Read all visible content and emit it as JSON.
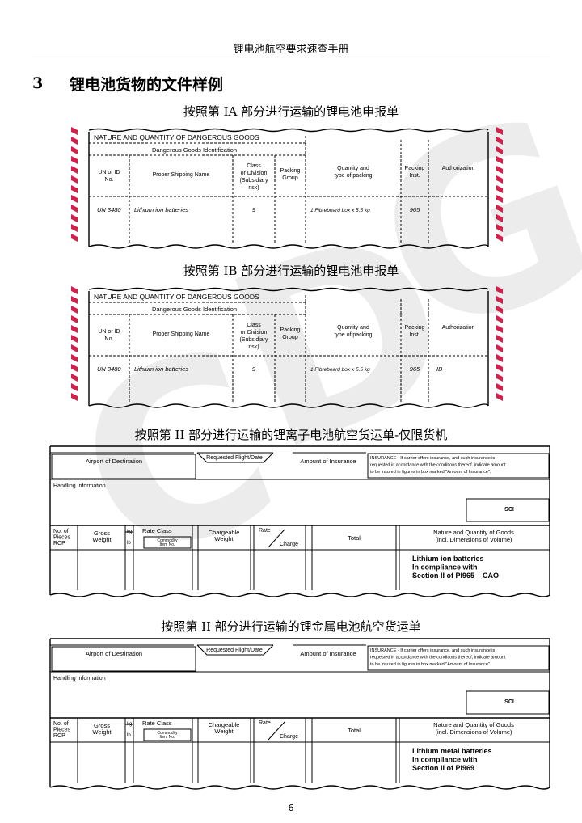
{
  "header": {
    "title": "锂电池航空要求速查手册"
  },
  "section": {
    "number": "3",
    "title": "锂电池货物的文件样例"
  },
  "watermark": [
    "C",
    "D",
    "G"
  ],
  "captions": [
    "按照第 IA 部分进行运输的锂电池申报单",
    "按照第 IB 部分进行运输的锂电池申报单",
    "按照第 II 部分进行运输的锂离子电池航空货运单-仅限货机",
    "按照第 II 部分进行运输的锂金属电池航空货运单"
  ],
  "dg_form": {
    "title": "NATURE AND QUANTITY OF DANGEROUS GOODS",
    "subtitle": "Dangerous Goods Identification",
    "columns": [
      [
        "UN or ID",
        "No."
      ],
      [
        "Proper Shipping Name"
      ],
      [
        "Class",
        "or Division",
        "(Subsidiary",
        "risk)"
      ],
      [
        "Packing",
        "Group"
      ],
      [
        "Quantity and",
        "type of packing"
      ],
      [
        "Packing",
        "Inst."
      ],
      [
        "Authorization"
      ]
    ]
  },
  "dg_forms": [
    {
      "un": "UN 3480",
      "name": "Lithium ion batteries",
      "cls": "9",
      "pg": "",
      "qty": "1 Fibreboard box x 5.5 kg",
      "pi": "965",
      "auth": ""
    },
    {
      "un": "UN 3480",
      "name": "Lithium ion batteries",
      "cls": "9",
      "pg": "",
      "qty": "1 Fibreboard box x 5.5 kg",
      "pi": "965",
      "auth": "IB"
    }
  ],
  "awb_form": {
    "airport": "Airport of Destination",
    "flight": "Requested Flight/Date",
    "insurance": "Amount of Insurance",
    "insurance_note": [
      "INSURANCE - If carrier offers insurance, and such insurance is",
      "requested in accordance with the conditions thereof, indicate amount",
      "to be insured in figures in box marked \"Amount of Insurance\"."
    ],
    "handling": "Handling Information",
    "sci": "SCI",
    "pieces": [
      "No. of",
      "Pieces",
      "RCP"
    ],
    "gross": [
      "Gross",
      "Weight"
    ],
    "kg": "kg",
    "lb": "lb",
    "rate_class": "Rate Class",
    "commodity": [
      "Commodity",
      "Item No."
    ],
    "chargeable": [
      "Chargeable",
      "Weight"
    ],
    "rate": "Rate",
    "charge": "Charge",
    "total": "Total",
    "nature": [
      "Nature and Quantity of Goods",
      "(incl. Dimensions of Volume)"
    ]
  },
  "awb_forms": [
    {
      "goods": [
        "Lithium ion batteries",
        "In compliance with",
        "Section II of PI965 – CAO"
      ]
    },
    {
      "goods": [
        "Lithium metal batteries",
        "In compliance with",
        "Section II of PI969"
      ]
    }
  ],
  "page_number": "6"
}
